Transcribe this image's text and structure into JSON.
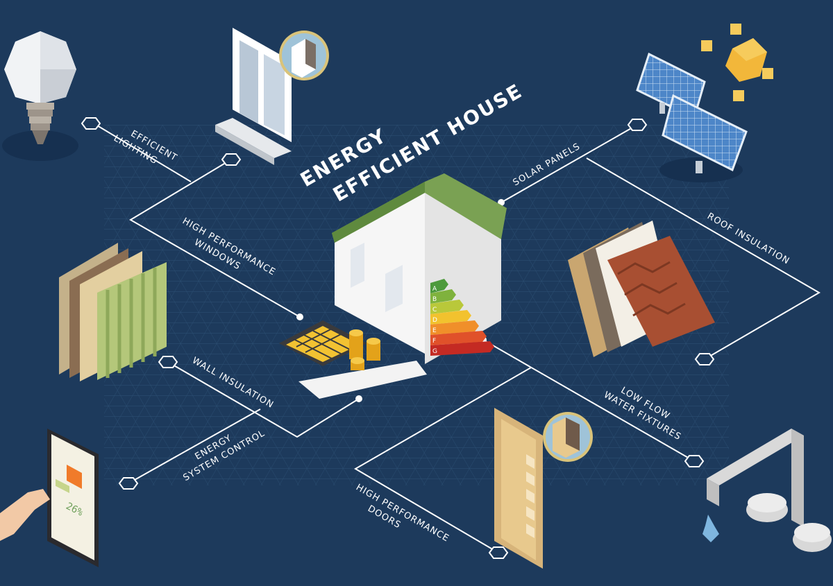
{
  "title": {
    "line1": "ENERGY",
    "line2": "EFFICIENT HOUSE"
  },
  "labels": {
    "efficient_lighting": {
      "line1": "EFFICIENT",
      "line2": "LIGHTING"
    },
    "high_performance_windows": {
      "line1": "HIGH PERFORMANCE",
      "line2": "WINDOWS"
    },
    "solar_panels": {
      "line1": "SOLAR PANELS"
    },
    "roof_insulation": {
      "line1": "ROOF INSULATION"
    },
    "wall_insulation": {
      "line1": "WALL INSULATION"
    },
    "energy_system_control": {
      "line1": "ENERGY",
      "line2": "SYSTEM CONTROL"
    },
    "low_flow_water_fixtures": {
      "line1": "LOW FLOW",
      "line2": "WATER FIXTURES"
    },
    "high_performance_doors": {
      "line1": "HIGH PERFORMANCE",
      "line2": "DOORS"
    }
  },
  "energy_rating": [
    "A",
    "B",
    "C",
    "D",
    "E",
    "F",
    "G"
  ],
  "tablet": {
    "percent": "26%"
  },
  "colors": {
    "background": "#1d3a5c",
    "grid": "#2d5175",
    "roof": "#7aa153",
    "rating": [
      "#4d9a3c",
      "#7fb23d",
      "#b9c83a",
      "#f2c22e",
      "#f08f2a",
      "#e0512a",
      "#c42a23"
    ]
  },
  "icons": [
    "light-bulb-icon",
    "window-icon",
    "solar-panel-icon",
    "sun-icon",
    "roof-insulation-icon",
    "wall-insulation-icon",
    "tablet-icon",
    "faucet-icon",
    "door-icon",
    "calculator-icon",
    "coins-icon",
    "house-icon"
  ]
}
